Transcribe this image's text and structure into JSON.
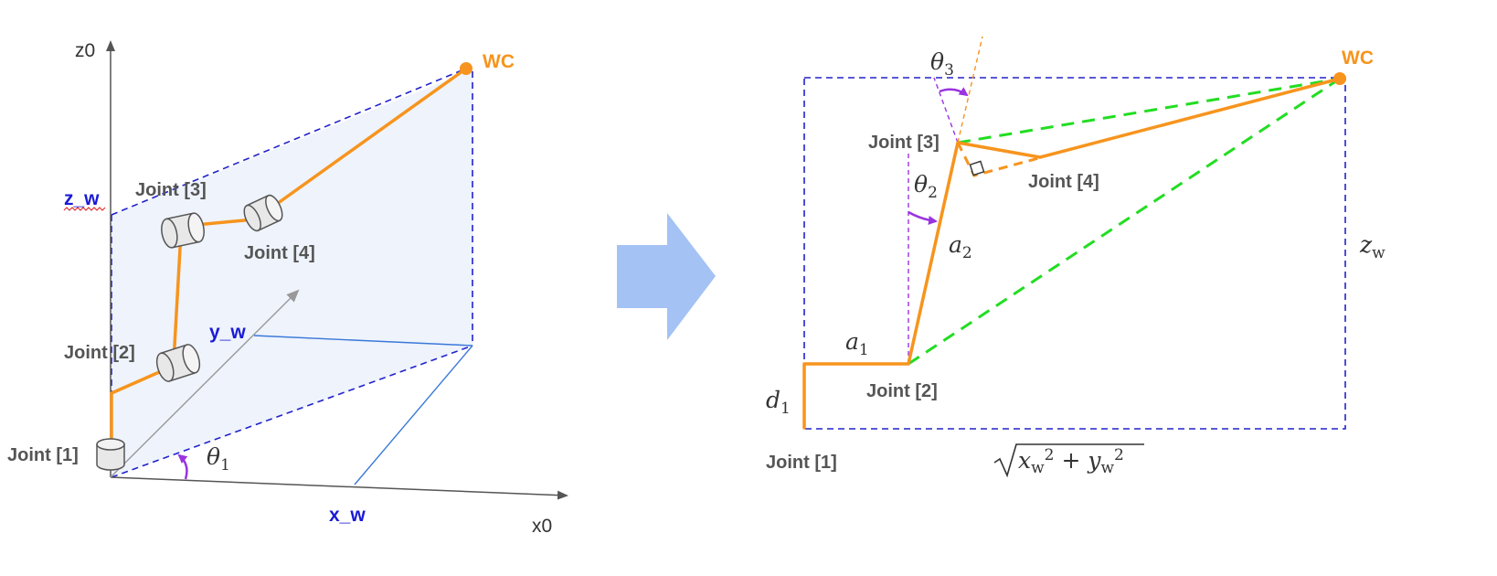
{
  "left": {
    "axis_z": "z0",
    "axis_x": "x0",
    "z_w": "z_w",
    "y_w": "y_w",
    "x_w": "x_w",
    "wc": "WC",
    "joint1": "Joint [1]",
    "joint2": "Joint [2]",
    "joint3": "Joint [3]",
    "joint4": "Joint [4]",
    "theta": "θ",
    "theta_sub": "1"
  },
  "right": {
    "wc": "WC",
    "joint1": "Joint [1]",
    "joint2": "Joint [2]",
    "joint3": "Joint [3]",
    "joint4": "Joint [4]",
    "theta2": "θ",
    "theta2_sub": "2",
    "theta3": "θ",
    "theta3_sub": "3",
    "a1": "a",
    "a1_sub": "1",
    "a2": "a",
    "a2_sub": "2",
    "d1": "d",
    "d1_sub": "1",
    "z_w": "z",
    "z_w_sub": "w",
    "sqrt_expr": "x",
    "sqrt_expr_sub": "w",
    "sqrt_exp": "2",
    "sqrt_plus": " + y",
    "sqrt_expr2_sub": "w",
    "sqrt_exp2": "2"
  },
  "colors": {
    "orange": "#f7941d",
    "blue_dash": "#2222cc",
    "green_dash": "#22dd22",
    "arrow": "#a4c2f4",
    "plane": "#eef3fc"
  }
}
